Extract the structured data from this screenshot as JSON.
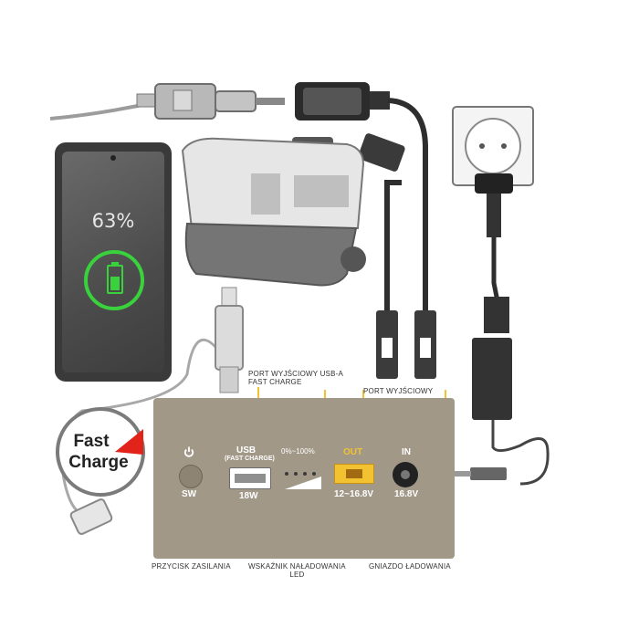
{
  "phone": {
    "battery_percent": "63%",
    "battery_level": 0.63
  },
  "fast_charge_badge": {
    "line1": "Fast",
    "line2": "Charge"
  },
  "labels": {
    "usb_port": [
      "PORT WYJŚCIOWY USB-A",
      "FAST CHARGE"
    ],
    "out_port": "PORT WYJŚCIOWY",
    "power_button": "PRZYCISK ZASILANIA",
    "led_indicator": [
      "WSKAŹNIK NAŁADOWANIA",
      "LED"
    ],
    "charging_socket": "GNIAZDO ŁADOWANIA"
  },
  "panel": {
    "sw": {
      "label": "SW"
    },
    "usb": {
      "title": "USB",
      "subtitle": "(FAST CHARGE)",
      "rating": "18W"
    },
    "led": {
      "range": "0%~100%"
    },
    "out": {
      "title": "OUT",
      "rating": "12~16.8V"
    },
    "in": {
      "title": "IN",
      "rating": "16.8V"
    }
  },
  "colors": {
    "accent": "#f2c230",
    "panel": "#a29888",
    "battery": "#39d13c",
    "badge_red": "#e2231a"
  },
  "icons": [
    "power-icon",
    "battery-icon",
    "usb-icon",
    "car-plug-icon",
    "car-socket-icon",
    "wall-outlet-icon",
    "eu-plug-icon",
    "power-adapter-icon",
    "dc-plug-icon",
    "cooler-fridge-icon"
  ]
}
